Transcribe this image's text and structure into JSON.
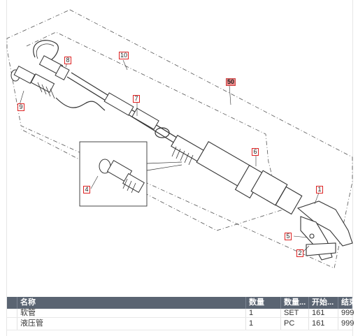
{
  "diagram": {
    "callouts": [
      "10",
      "8",
      "50",
      "7",
      "9",
      "6",
      "4",
      "1",
      "5",
      "2"
    ]
  },
  "table": {
    "headers": [
      "名称",
      "数量",
      "数量...",
      "开始...",
      "结束"
    ],
    "rows": [
      [
        "软管",
        "1",
        "SET",
        "161",
        "999"
      ],
      [
        "液压管",
        "1",
        "PC",
        "161",
        "999"
      ]
    ]
  }
}
